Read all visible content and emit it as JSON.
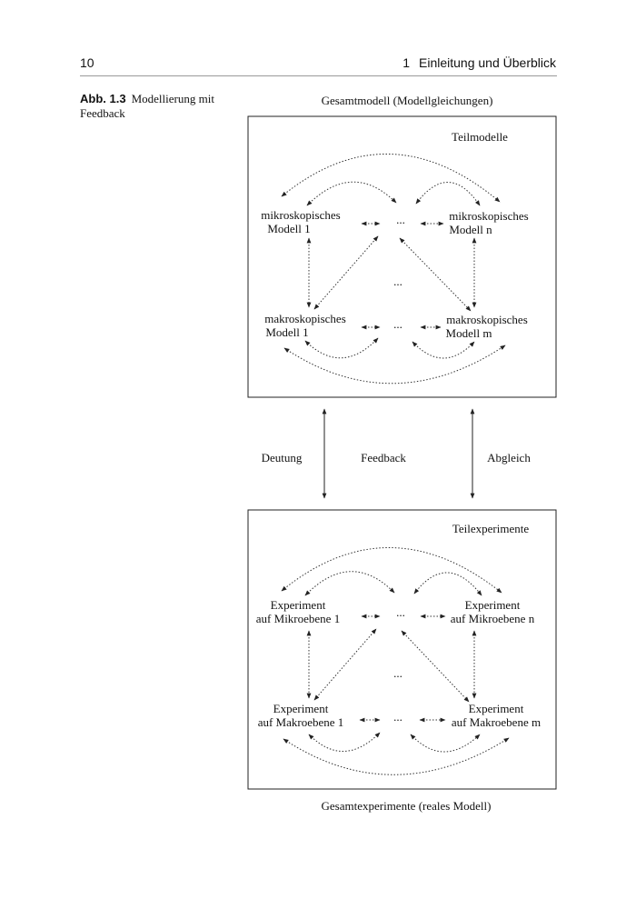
{
  "header": {
    "page_number": "10",
    "chapter_number": "1",
    "chapter_title": "Einleitung und Überblick"
  },
  "caption": {
    "label": "Abb. 1.3",
    "text": "Modellierung mit Feedback"
  },
  "diagram": {
    "top_title": "Gesamtmodell (Modellgleichungen)",
    "top_box": {
      "title": "Teilmodelle",
      "tl": [
        "mikroskopisches",
        "Modell 1"
      ],
      "tr": [
        "mikroskopisches",
        "Modell n"
      ],
      "bl": [
        "makroskopisches",
        "Modell 1"
      ],
      "br": [
        "makroskopisches",
        "Modell m"
      ],
      "ellipsis": "..."
    },
    "middle": {
      "left": "Deutung",
      "center": "Feedback",
      "right": "Abgleich"
    },
    "bottom_box": {
      "title": "Teilexperimente",
      "tl": [
        "Experiment",
        "auf Mikroebene 1"
      ],
      "tr": [
        "Experiment",
        "auf Mikroebene n"
      ],
      "bl": [
        "Experiment",
        "auf Makroebene 1"
      ],
      "br": [
        "Experiment",
        "auf Makroebene m"
      ],
      "ellipsis": "..."
    },
    "bottom_title": "Gesamtexperimente (reales Modell)"
  }
}
